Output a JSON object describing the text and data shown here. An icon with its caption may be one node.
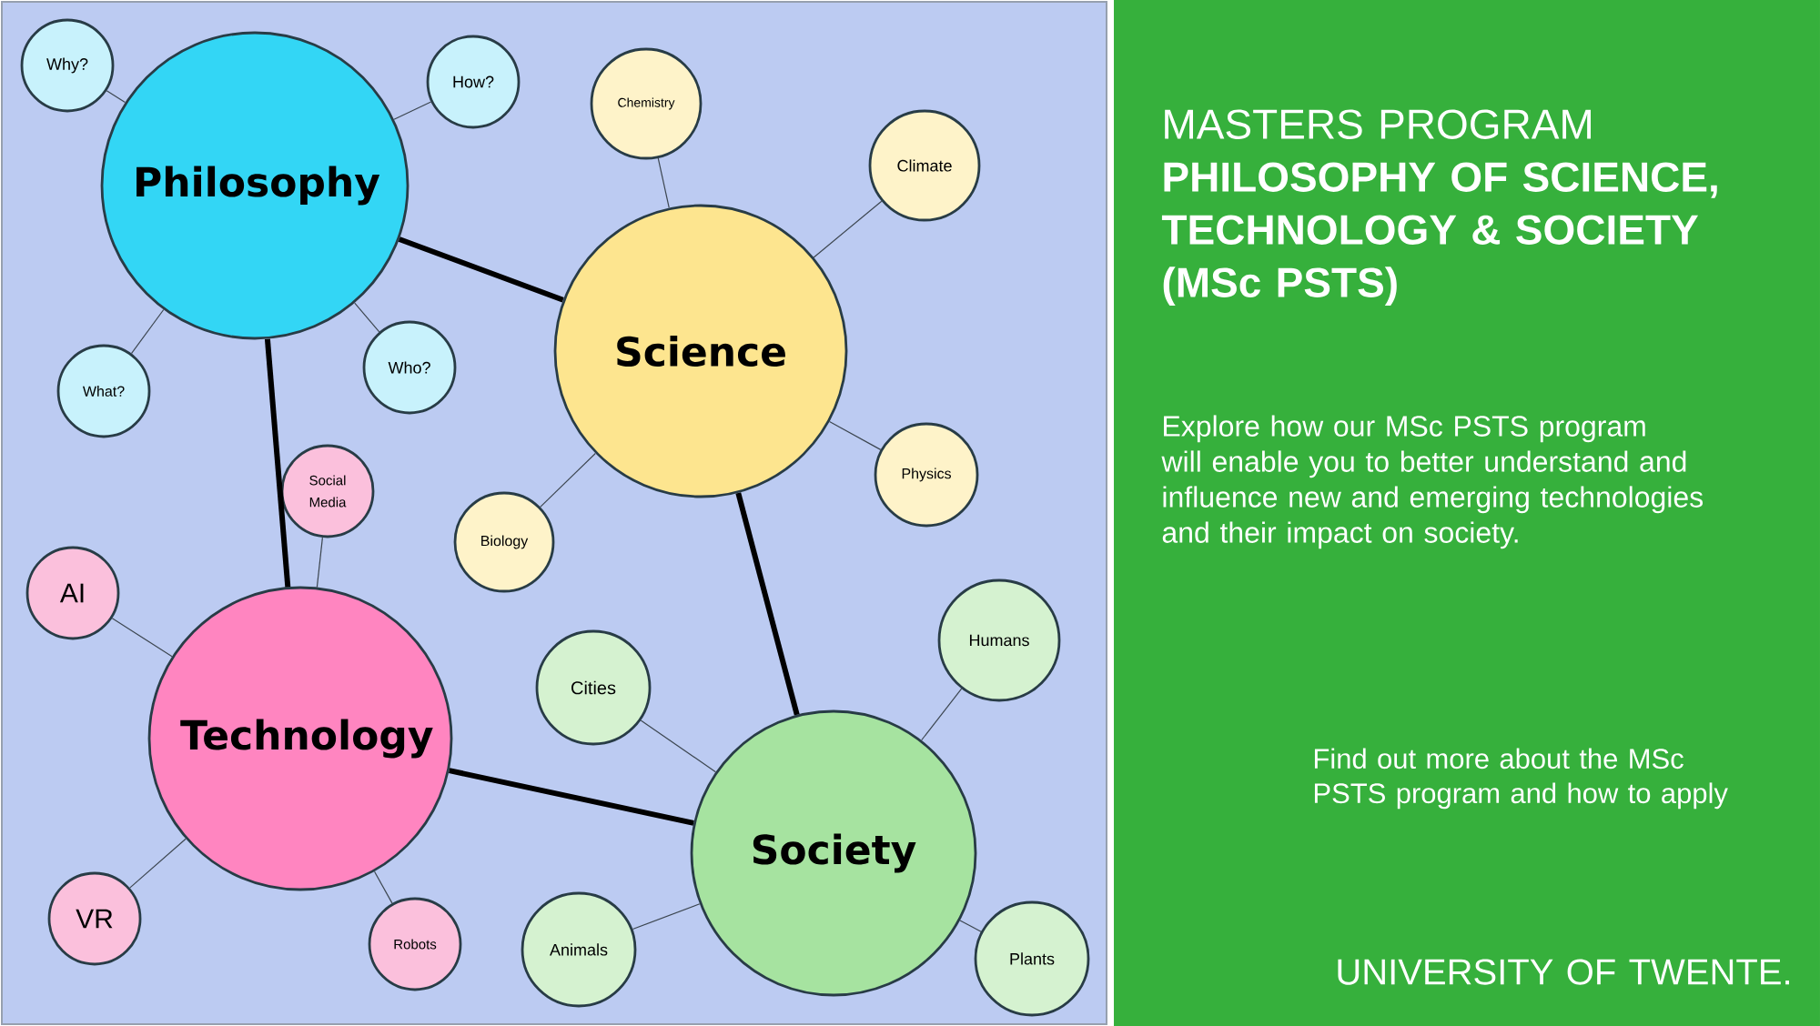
{
  "diagram": {
    "title": "MASTERS PROGRAM **PHILOSOPHY OF SCIENCE, TECHNOLOGY & SOCIETY (MSc PSTS)**",
    "nodes": [
      {
        "text": [
          "Philosophy"
        ]
      },
      {
        "text": [
          "Why?"
        ]
      },
      {
        "text": [
          "How?"
        ]
      },
      {
        "text": [
          "What?"
        ]
      },
      {
        "text": [
          "Who?"
        ]
      },
      {
        "text": [
          "Science"
        ]
      },
      {
        "text": [
          "Chemistry"
        ]
      },
      {
        "text": [
          "Climate"
        ]
      },
      {
        "text": [
          "Physics"
        ]
      },
      {
        "text": [
          "Biology"
        ]
      },
      {
        "text": [
          "Technology"
        ]
      },
      {
        "text": [
          "Social Media"
        ]
      },
      {
        "text": [
          "AI"
        ]
      },
      {
        "text": [
          "VR"
        ]
      },
      {
        "text": [
          "Robots"
        ]
      },
      {
        "text": [
          "Society"
        ]
      },
      {
        "text": [
          "Cities"
        ]
      },
      {
        "text": [
          "Humans"
        ]
      },
      {
        "text": [
          "Animals"
        ]
      },
      {
        "text": [
          "Plants"
        ]
      }
    ],
    "edges": [
      {
        "from": 0,
        "to": 5,
        "arrow": "none",
        "style": "thick"
      },
      {
        "from": 0,
        "to": 10,
        "arrow": "none",
        "style": "thick"
      },
      {
        "from": 5,
        "to": 15,
        "arrow": "none",
        "style": "thick"
      },
      {
        "from": 10,
        "to": 15,
        "arrow": "none",
        "style": "thick"
      },
      {
        "from": 0,
        "to": 1,
        "arrow": "none"
      },
      {
        "from": 0,
        "to": 2,
        "arrow": "none"
      },
      {
        "from": 0,
        "to": 3,
        "arrow": "none"
      },
      {
        "from": 0,
        "to": 4,
        "arrow": "none"
      },
      {
        "from": 5,
        "to": 6,
        "arrow": "none"
      },
      {
        "from": 5,
        "to": 7,
        "arrow": "none"
      },
      {
        "from": 5,
        "to": 8,
        "arrow": "none"
      },
      {
        "from": 5,
        "to": 9,
        "arrow": "none"
      },
      {
        "from": 10,
        "to": 11,
        "arrow": "none"
      },
      {
        "from": 10,
        "to": 12,
        "arrow": "none"
      },
      {
        "from": 10,
        "to": 13,
        "arrow": "none"
      },
      {
        "from": 10,
        "to": 14,
        "arrow": "none"
      },
      {
        "from": 15,
        "to": 16,
        "arrow": "none"
      },
      {
        "from": 15,
        "to": 17,
        "arrow": "none"
      },
      {
        "from": 15,
        "to": 18,
        "arrow": "none"
      },
      {
        "from": 15,
        "to": 19,
        "arrow": "none"
      }
    ],
    "labels": [
      "Explore how our MSc PSTS program will enable you to better understand and influence new and emerging technologies and their impact on society.",
      "Find out more about the MSc PSTS program and how to apply",
      "UNIVERSITY OF TWENTE."
    ]
  }
}
